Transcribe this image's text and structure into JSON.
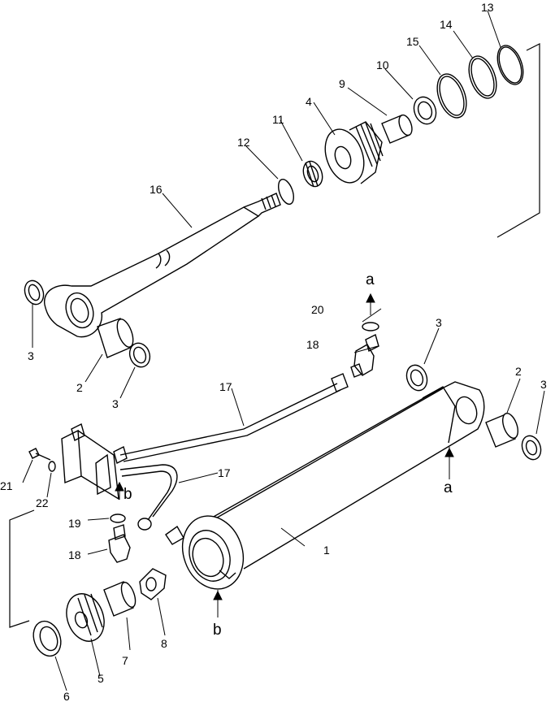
{
  "callouts": [
    {
      "id": "1",
      "label": "1"
    },
    {
      "id": "2a",
      "label": "2"
    },
    {
      "id": "2b",
      "label": "2"
    },
    {
      "id": "3a",
      "label": "3"
    },
    {
      "id": "3b",
      "label": "3"
    },
    {
      "id": "3c",
      "label": "3"
    },
    {
      "id": "3d",
      "label": "3"
    },
    {
      "id": "4",
      "label": "4"
    },
    {
      "id": "5",
      "label": "5"
    },
    {
      "id": "6",
      "label": "6"
    },
    {
      "id": "7",
      "label": "7"
    },
    {
      "id": "8",
      "label": "8"
    },
    {
      "id": "9",
      "label": "9"
    },
    {
      "id": "10",
      "label": "10"
    },
    {
      "id": "11",
      "label": "11"
    },
    {
      "id": "12",
      "label": "12"
    },
    {
      "id": "13",
      "label": "13"
    },
    {
      "id": "14",
      "label": "14"
    },
    {
      "id": "15",
      "label": "15"
    },
    {
      "id": "16",
      "label": "16"
    },
    {
      "id": "17a",
      "label": "17"
    },
    {
      "id": "17b",
      "label": "17"
    },
    {
      "id": "18a",
      "label": "18"
    },
    {
      "id": "18b",
      "label": "18"
    },
    {
      "id": "19",
      "label": "19"
    },
    {
      "id": "20",
      "label": "20"
    },
    {
      "id": "21",
      "label": "21"
    },
    {
      "id": "22",
      "label": "22"
    }
  ],
  "markers": [
    {
      "id": "a1",
      "label": "a"
    },
    {
      "id": "a2",
      "label": "a"
    },
    {
      "id": "b1",
      "label": "b"
    },
    {
      "id": "b2",
      "label": "b"
    }
  ]
}
